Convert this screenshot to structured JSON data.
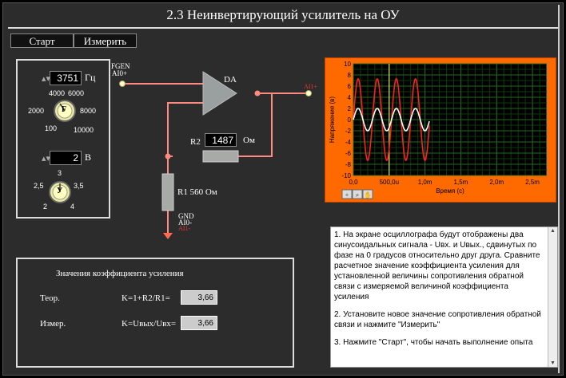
{
  "window": {
    "title": "2.3 Неинвертирующий усилитель на ОУ"
  },
  "buttons": {
    "start": "Старт",
    "measure": "Измерить"
  },
  "generator": {
    "freq_value": "3751",
    "freq_unit": "Гц",
    "freq_knob_label": "F",
    "freq_ticks": [
      "4000",
      "6000",
      "2000",
      "8000",
      "100",
      "10000"
    ],
    "amp_value": "2",
    "amp_unit": "В",
    "amp_knob_label": "У",
    "amp_ticks": [
      "3",
      "2,5",
      "3,5",
      "2",
      "4"
    ]
  },
  "circuit": {
    "fgen_label": "FGEN",
    "ai0plus_label": "AI0+",
    "da_label": "DA",
    "ai1plus_label": "AI1+",
    "r2_label": "R2",
    "r2_value": "1487",
    "r2_unit": "Ом",
    "r1_label": "R1 560 Ом",
    "gnd_label": "GND",
    "ai0minus_label": "AI0-",
    "ai1minus_label": "AI1-"
  },
  "coefficient": {
    "title": "Значения коэффициента усиления",
    "theor_label": "Теор.",
    "theor_formula": "K=1+R2/R1=",
    "theor_value": "3,66",
    "meas_label": "Измер.",
    "meas_formula": "K=Uвых/Uвх=",
    "meas_value": "3,66"
  },
  "instructions": {
    "p1": "1. На экране осциллографа будут отображены два синусоидальных сигнала - Uвх. и Uвых., сдвинутых по фазе на 0 градусов относительно друг друга. Сравните расчетное значение коэффициента усиления для установленной величины сопротивления обратной связи с измеряемой величиной коэффициента усиления",
    "p2": "2. Установите новое значение сопротивления обратной связи и нажмите \"Измерить\"",
    "p3": "3. Нажмите \"Старт\", чтобы начать выполнение опыта"
  },
  "colors": {
    "accent": "#ff6a00",
    "wire": "#ff8a80",
    "plot_bg": "#000000",
    "series_out": "#ff2020",
    "series_in": "#ffffff",
    "cursor": "#ffff66"
  },
  "chart_data": {
    "type": "line",
    "xlabel": "Время (с)",
    "ylabel": "Напряжение (в)",
    "xlim": [
      0,
      0.0027
    ],
    "ylim": [
      -10,
      10
    ],
    "x_ticks": [
      "0,0",
      "500,0u",
      "1,0m",
      "1,5m",
      "2,0m",
      "2,5m"
    ],
    "x_tick_values": [
      0,
      0.0005,
      0.001,
      0.0015,
      0.002,
      0.0025
    ],
    "y_ticks": [
      "10",
      "8",
      "6",
      "4",
      "2",
      "0",
      "-2",
      "-4",
      "-6",
      "-8",
      "-10"
    ],
    "grid": true,
    "cursor_x": 0.0005,
    "series": [
      {
        "color": "#ff2020",
        "amplitude": 7.3,
        "frequency": 3751,
        "x_start": 0,
        "x_end": 0.00106
      },
      {
        "color": "#ffffff",
        "amplitude": 2.0,
        "frequency": 3751,
        "x_start": 0,
        "x_end": 0.00106
      }
    ]
  }
}
